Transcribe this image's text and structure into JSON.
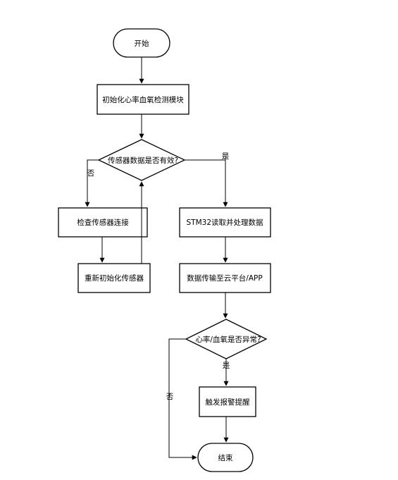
{
  "nodes": {
    "start": "开始",
    "init_module": "初始化心率血氧检测模块",
    "check_valid": "传感器数据是否有效?",
    "check_conn": "检查传感器连接",
    "reinit": "重新初始化传感器",
    "stm32_read": "STM32读取并处理数据",
    "transmit": "数据传输至云平台/APP",
    "check_abnormal": "心率/血氧是否异常?",
    "alert": "触发报警提醒",
    "end": "结束"
  },
  "edge_labels": {
    "valid_yes": "是",
    "valid_no": "否",
    "abnormal_yes": "是",
    "abnormal_no": "否"
  }
}
